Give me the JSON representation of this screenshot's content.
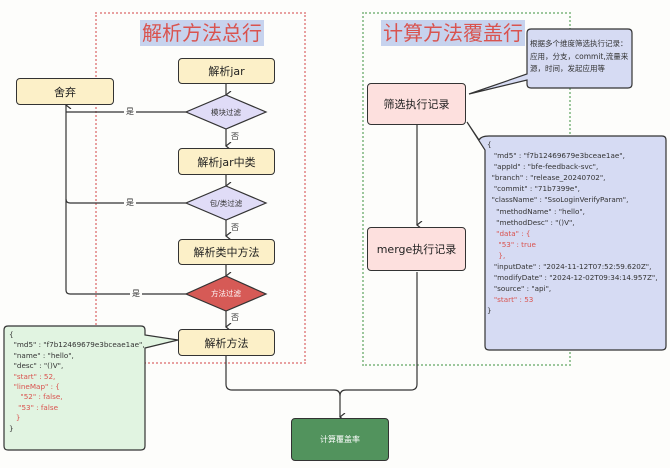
{
  "left_section": {
    "title": "解析方法总行",
    "nodes": {
      "parse_jar": "解析jar",
      "module_filter": "模块过滤",
      "parse_jar_classes": "解析jar中类",
      "package_class_filter": "包/类过滤",
      "parse_class_methods": "解析类中方法",
      "method_filter": "方法过滤",
      "parse_method": "解析方法"
    },
    "discard": "舍弃",
    "yes_label": "是",
    "no_label": "否"
  },
  "right_section": {
    "title": "计算方法覆盖行",
    "nodes": {
      "filter_records": "筛选执行记录",
      "merge_records": "merge执行记录"
    },
    "filter_note": {
      "line1": "根据多个维度筛选执行记录：",
      "line2": "应用，分支，commit,流量来",
      "line3": "源，时间，发起应用等"
    }
  },
  "final_node": "计算覆盖率",
  "method_json_note": {
    "lines": [
      {
        "text": "{",
        "highlight": false
      },
      {
        "text": "  \"md5\" : \"f7b12469679e3bceae1ae\",",
        "highlight": false
      },
      {
        "text": "  \"name\" : \"hello\",",
        "highlight": false
      },
      {
        "text": "  \"desc\" : \"()V\",",
        "highlight": false
      },
      {
        "text": "  \"start\" : 52,",
        "highlight": true
      },
      {
        "text": "  \"lineMap\" : {",
        "highlight": true
      },
      {
        "text": "     \"52\" : false,",
        "highlight": true
      },
      {
        "text": "    \"53\" : false",
        "highlight": true
      },
      {
        "text": "   }",
        "highlight": true
      },
      {
        "text": "}",
        "highlight": false
      }
    ]
  },
  "record_json_note": {
    "lines": [
      {
        "text": "{",
        "highlight": false
      },
      {
        "text": "   \"md5\" : \"f7b12469679e3bceae1ae\",",
        "highlight": false
      },
      {
        "text": "   \"appId\" : \"bfe-feedback-svc\",",
        "highlight": false
      },
      {
        "text": "  \"branch\" : \"release_20240702\",",
        "highlight": false
      },
      {
        "text": "   \"commit\" : \"71b7399e\",",
        "highlight": false
      },
      {
        "text": "  \"className\" : \"SsoLoginVerifyParam\",",
        "highlight": false
      },
      {
        "text": "    \"methodName\" : \"hello\",",
        "highlight": false
      },
      {
        "text": "    \"methodDesc\" : \"()V\",",
        "highlight": false
      },
      {
        "text": "    \"data\" : {",
        "highlight": true
      },
      {
        "text": "     \"53\" : true",
        "highlight": true
      },
      {
        "text": "     },",
        "highlight": true
      },
      {
        "text": "   \"inputDate\" : \"2024-11-12T07:52:59.620Z\",",
        "highlight": false
      },
      {
        "text": "   \"modifyDate\" : \"2024-12-02T09:34:14.957Z\",",
        "highlight": false
      },
      {
        "text": "   \"source\" : \"api\",",
        "highlight": false
      },
      {
        "text": "   \"start\" : 53",
        "highlight": true
      },
      {
        "text": "}",
        "highlight": false
      }
    ]
  },
  "colors": {
    "process_fill": "#fcf0c8",
    "decision_fill": "#e0dcf7",
    "method_filter_fill": "#d65a56",
    "pink_fill": "#fde0de",
    "final_fill": "#52935d",
    "note_green": "#e1f4e1",
    "note_blue": "#d6dbf3",
    "title_red": "#d9534f",
    "title_bg": "#c7d3ee"
  }
}
